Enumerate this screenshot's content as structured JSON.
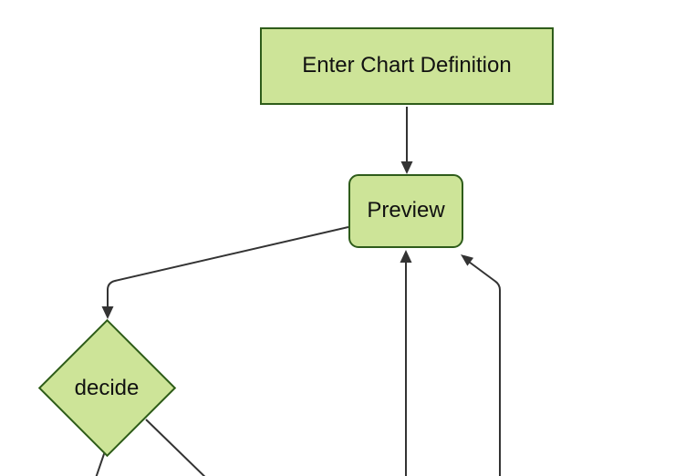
{
  "diagram": {
    "type": "flowchart",
    "direction": "top-down",
    "background": "#ffffff",
    "node_fill": "#cde498",
    "node_border": "#2e5c1a",
    "edge_color": "#333333",
    "text_color": "#111111",
    "nodes": [
      {
        "id": "enter-chart-definition",
        "label": "Enter Chart Definition",
        "shape": "rectangle"
      },
      {
        "id": "preview",
        "label": "Preview",
        "shape": "rounded-rectangle"
      },
      {
        "id": "decide",
        "label": "decide",
        "shape": "diamond"
      }
    ],
    "edges": [
      {
        "from": "enter-chart-definition",
        "to": "preview",
        "arrowhead": true
      },
      {
        "from": "preview",
        "to": "decide",
        "arrowhead": true
      },
      {
        "from": "decide",
        "to": "offscreen-bottom-left",
        "arrowhead": false
      },
      {
        "from": "decide",
        "to": "offscreen-bottom-right",
        "arrowhead": false
      },
      {
        "from": "offscreen-bottom",
        "to": "preview",
        "arrowhead": true
      },
      {
        "from": "offscreen-bottom-right-column",
        "to": "preview",
        "arrowhead": true
      }
    ]
  }
}
